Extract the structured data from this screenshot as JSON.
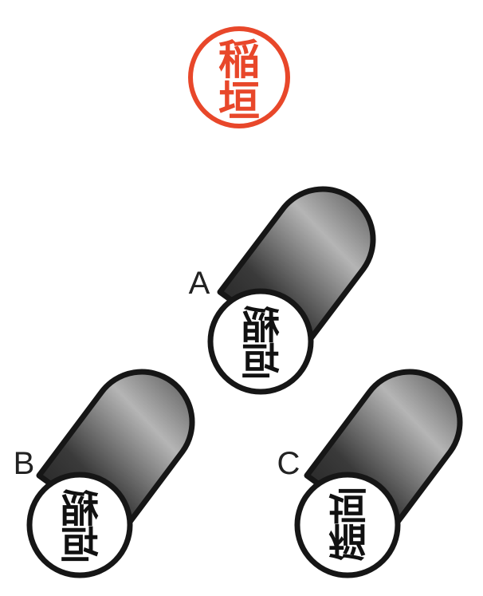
{
  "seal": {
    "chars": [
      "稲",
      "垣"
    ],
    "color": "#e8472a"
  },
  "stamps": [
    {
      "label": "A",
      "chars": [
        "稲",
        "垣"
      ]
    },
    {
      "label": "B",
      "chars": [
        "稲",
        "垣"
      ]
    },
    {
      "label": "C",
      "chars": [
        "稲",
        "垣"
      ]
    }
  ],
  "colors": {
    "outline": "#161616",
    "body_dark": "#2a2a2a",
    "body_light": "#9a9a9a",
    "face": "#ffffff"
  }
}
